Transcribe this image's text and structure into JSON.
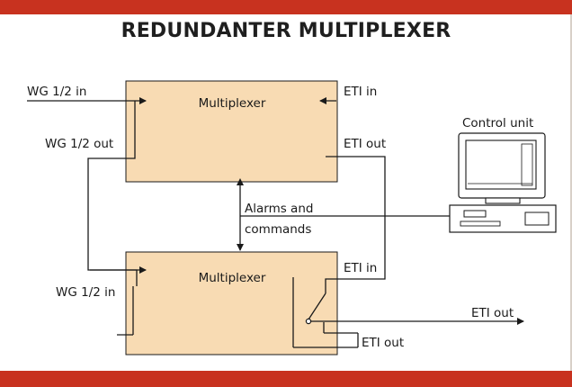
{
  "title": "REDUNDANTER MULTIPLEXER",
  "colors": {
    "accent_band": "#c8321f",
    "mux_fill": "#f8dbb3",
    "line": "#1a1a1a",
    "screen": "#ffffff"
  },
  "top_mux": {
    "name": "Multiplexer",
    "wg_in": "WG 1/2 in",
    "wg_out": "WG 1/2 out",
    "eti_in": "ETI in",
    "eti_out": "ETI out"
  },
  "bottom_mux": {
    "name": "Multiplexer",
    "wg_in": "WG 1/2 in",
    "eti_in": "ETI in",
    "eti_out_local": "ETI out"
  },
  "alarms_line1": "Alarms and",
  "alarms_line2": "commands",
  "control_unit": "Control unit",
  "eti_out_final": "ETI out",
  "icons": [
    "computer-icon",
    "switch-icon"
  ]
}
